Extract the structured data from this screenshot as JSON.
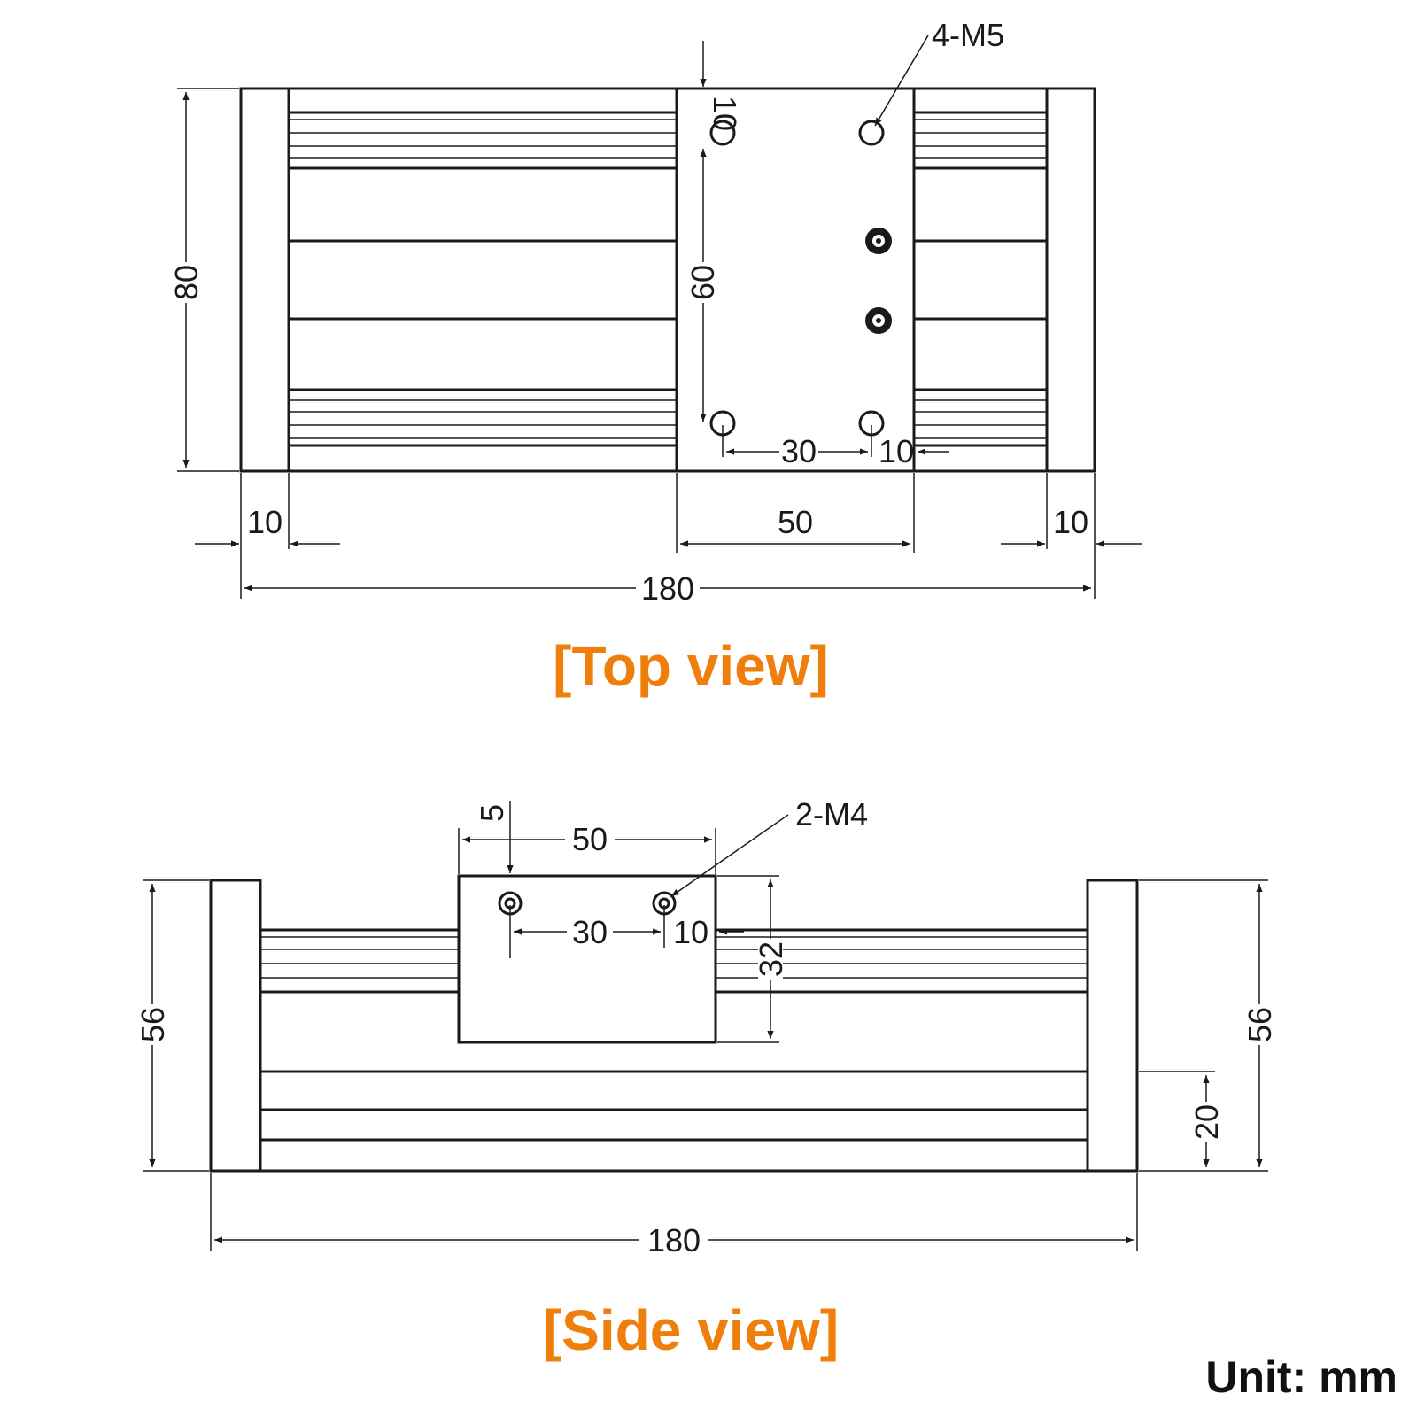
{
  "top_view": {
    "caption": "[Top view]",
    "callout": "4-M5",
    "dim_height": "80",
    "dim_end_left": "10",
    "dim_end_right": "10",
    "dim_carriage_width": "50",
    "dim_overall_length": "180",
    "dim_hole_offset_top": "10",
    "dim_hole_spacing_y": "60",
    "dim_hole_spacing_x": "30",
    "dim_hole_offset_edge": "10"
  },
  "side_view": {
    "caption": "[Side view]",
    "callout": "2-M4",
    "dim_hole_offset_top": "5",
    "dim_carriage_width": "50",
    "dim_hole_spacing": "30",
    "dim_hole_offset_edge": "10",
    "dim_carriage_height": "32",
    "dim_height_left": "56",
    "dim_height_right": "56",
    "dim_rail_height": "20",
    "dim_overall_length": "180"
  },
  "unit_label": "Unit: mm",
  "colors": {
    "caption": "#ee7f0d",
    "lines": "#1a1a1a"
  }
}
